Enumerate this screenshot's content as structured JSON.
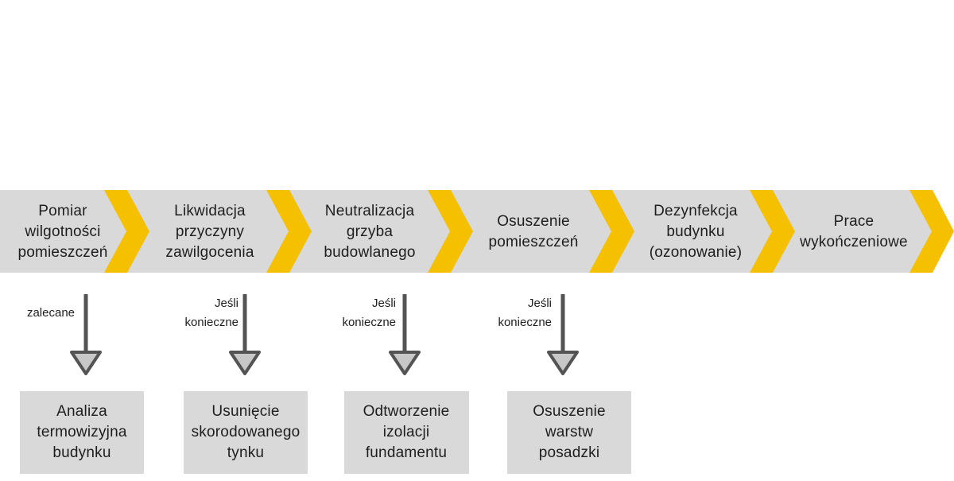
{
  "colors": {
    "band": "#d9d9d9",
    "chevron": "#f5c000",
    "arrow": "#545454",
    "box": "#d9d9d9",
    "text": "#1e1e1e"
  },
  "steps": [
    {
      "label": "Pomiar\nwilgotności\npomieszczeń"
    },
    {
      "label": "Likwidacja\nprzyczyny\nzawilgocenia"
    },
    {
      "label": "Neutralizacja\ngrzyba\nbudowlanego"
    },
    {
      "label": "Osuszenie\npomieszczeń"
    },
    {
      "label": "Dezynfekcja\nbudynku\n(ozonowanie)"
    },
    {
      "label": "Prace\nwykończeniowe"
    }
  ],
  "branches": [
    {
      "condition": "zalecane",
      "result": "Analiza\ntermowizyjna\nbudynku"
    },
    {
      "condition": "Jeśli\nkonieczne",
      "result": "Usunięcie\nskorodowanego\ntynku"
    },
    {
      "condition": "Jeśli\nkonieczne",
      "result": "Odtworzenie\nizolacji\nfundamentu"
    },
    {
      "condition": "Jeśli\nkonieczne",
      "result": "Osuszenie\nwarstw\nposadzki"
    }
  ]
}
